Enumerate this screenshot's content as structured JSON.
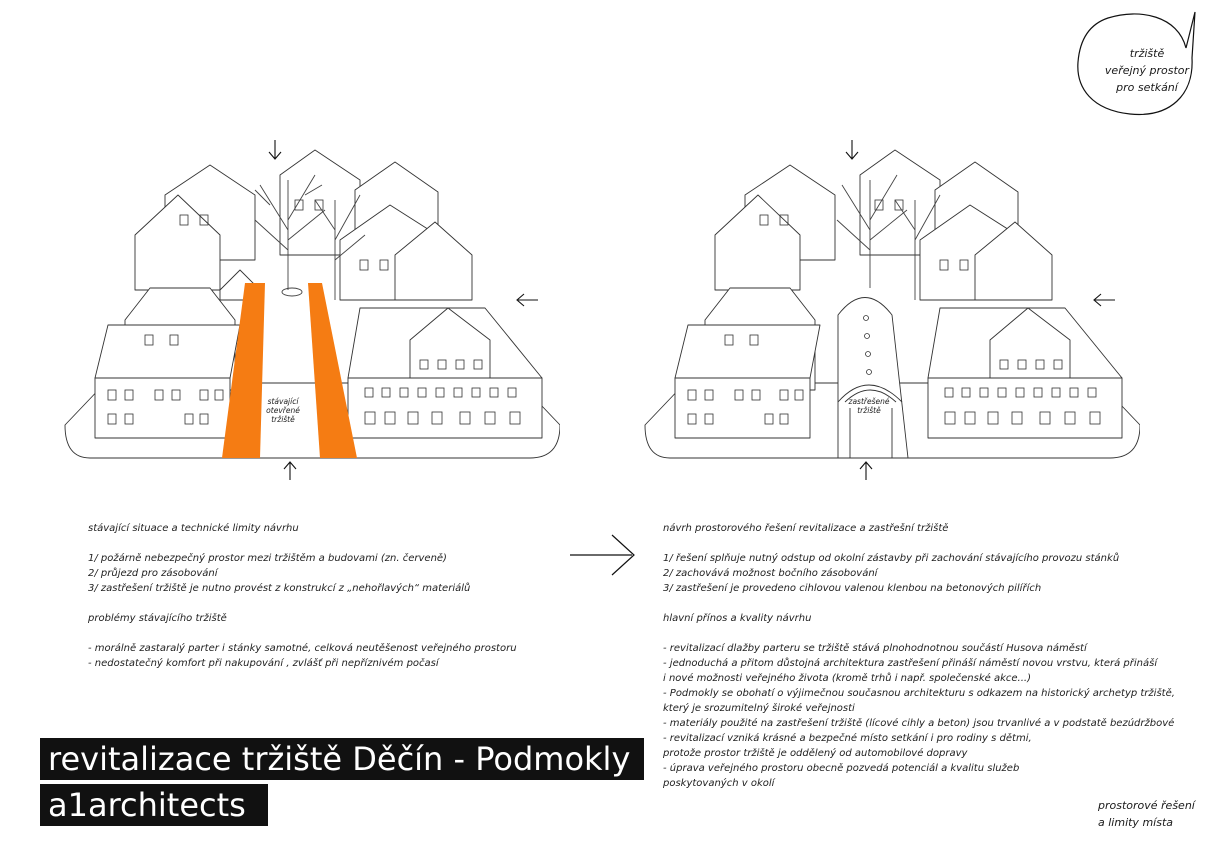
{
  "bubble": {
    "lines": [
      "tržiště",
      "veřejný prostor",
      "pro setkání"
    ]
  },
  "left_scene": {
    "label_lines": [
      "stávající",
      "otevřené",
      "tržiště"
    ],
    "highlight_color": "#f57c13"
  },
  "right_scene": {
    "label_lines": [
      "zastřešené",
      "tržiště"
    ]
  },
  "left_text": {
    "heading": "stávající situace a technické limity návrhu",
    "items": [
      "1/ požárně nebezpečný prostor mezi tržištěm a budovami (zn. červeně)",
      "2/ průjezd pro zásobování",
      "3/ zastřešení tržiště je nutno provést z  konstrukcí z „nehořlavých“ materiálů"
    ],
    "problems_heading": "problémy stávajícího tržiště",
    "problems": [
      "- morálně zastaralý parter i stánky samotné, celková neutěšenost veřejného prostoru",
      "- nedostatečný komfort při nakupování , zvlášť při nepříznivém počasí"
    ]
  },
  "right_text": {
    "heading": "návrh prostorového řešení revitalizace a zastřešní tržiště",
    "items": [
      "1/ řešení splňuje nutný odstup od okolní zástavby při zachování stávajícího provozu stánků",
      "2/ zachovává možnost bočního zásobování",
      "3/ zastřešení je provedeno cihlovou valenou klenbou na betonových pilířích"
    ],
    "benefits_heading": "hlavní přínos a kvality návrhu",
    "benefits": [
      "- revitalizací dlažby parteru se tržiště stává plnohodnotnou součástí Husova náměstí",
      "- jednoduchá a přitom důstojná architektura zastřešení přináší náměstí novou vrstvu, která přináší",
      "i nové možnosti veřejného života (kromě trhů i např. společenské akce...)",
      "- Podmokly  se obohatí o výjimečnou současnou architekturu s odkazem na historický archetyp tržiště,",
      "který je srozumitelný široké veřejnosti",
      "- materiály použité na zastřešení tržiště (lícové cihly a beton) jsou trvanlivé a v podstatě bezúdržbové",
      "- revitalizací vzniká krásné a bezpečné místo setkání i pro rodiny s dětmi,",
      "protože  prostor tržiště je oddělený od automobilové dopravy",
      "- úprava veřejného prostoru obecně pozvedá potenciál a kvalitu služeb",
      "poskytovaných v okolí"
    ]
  },
  "title": "revitalizace tržiště Děčín - Podmokly",
  "studio": "a1architects",
  "footer": {
    "lines": [
      "prostorové řešení",
      "a limity místa"
    ]
  }
}
